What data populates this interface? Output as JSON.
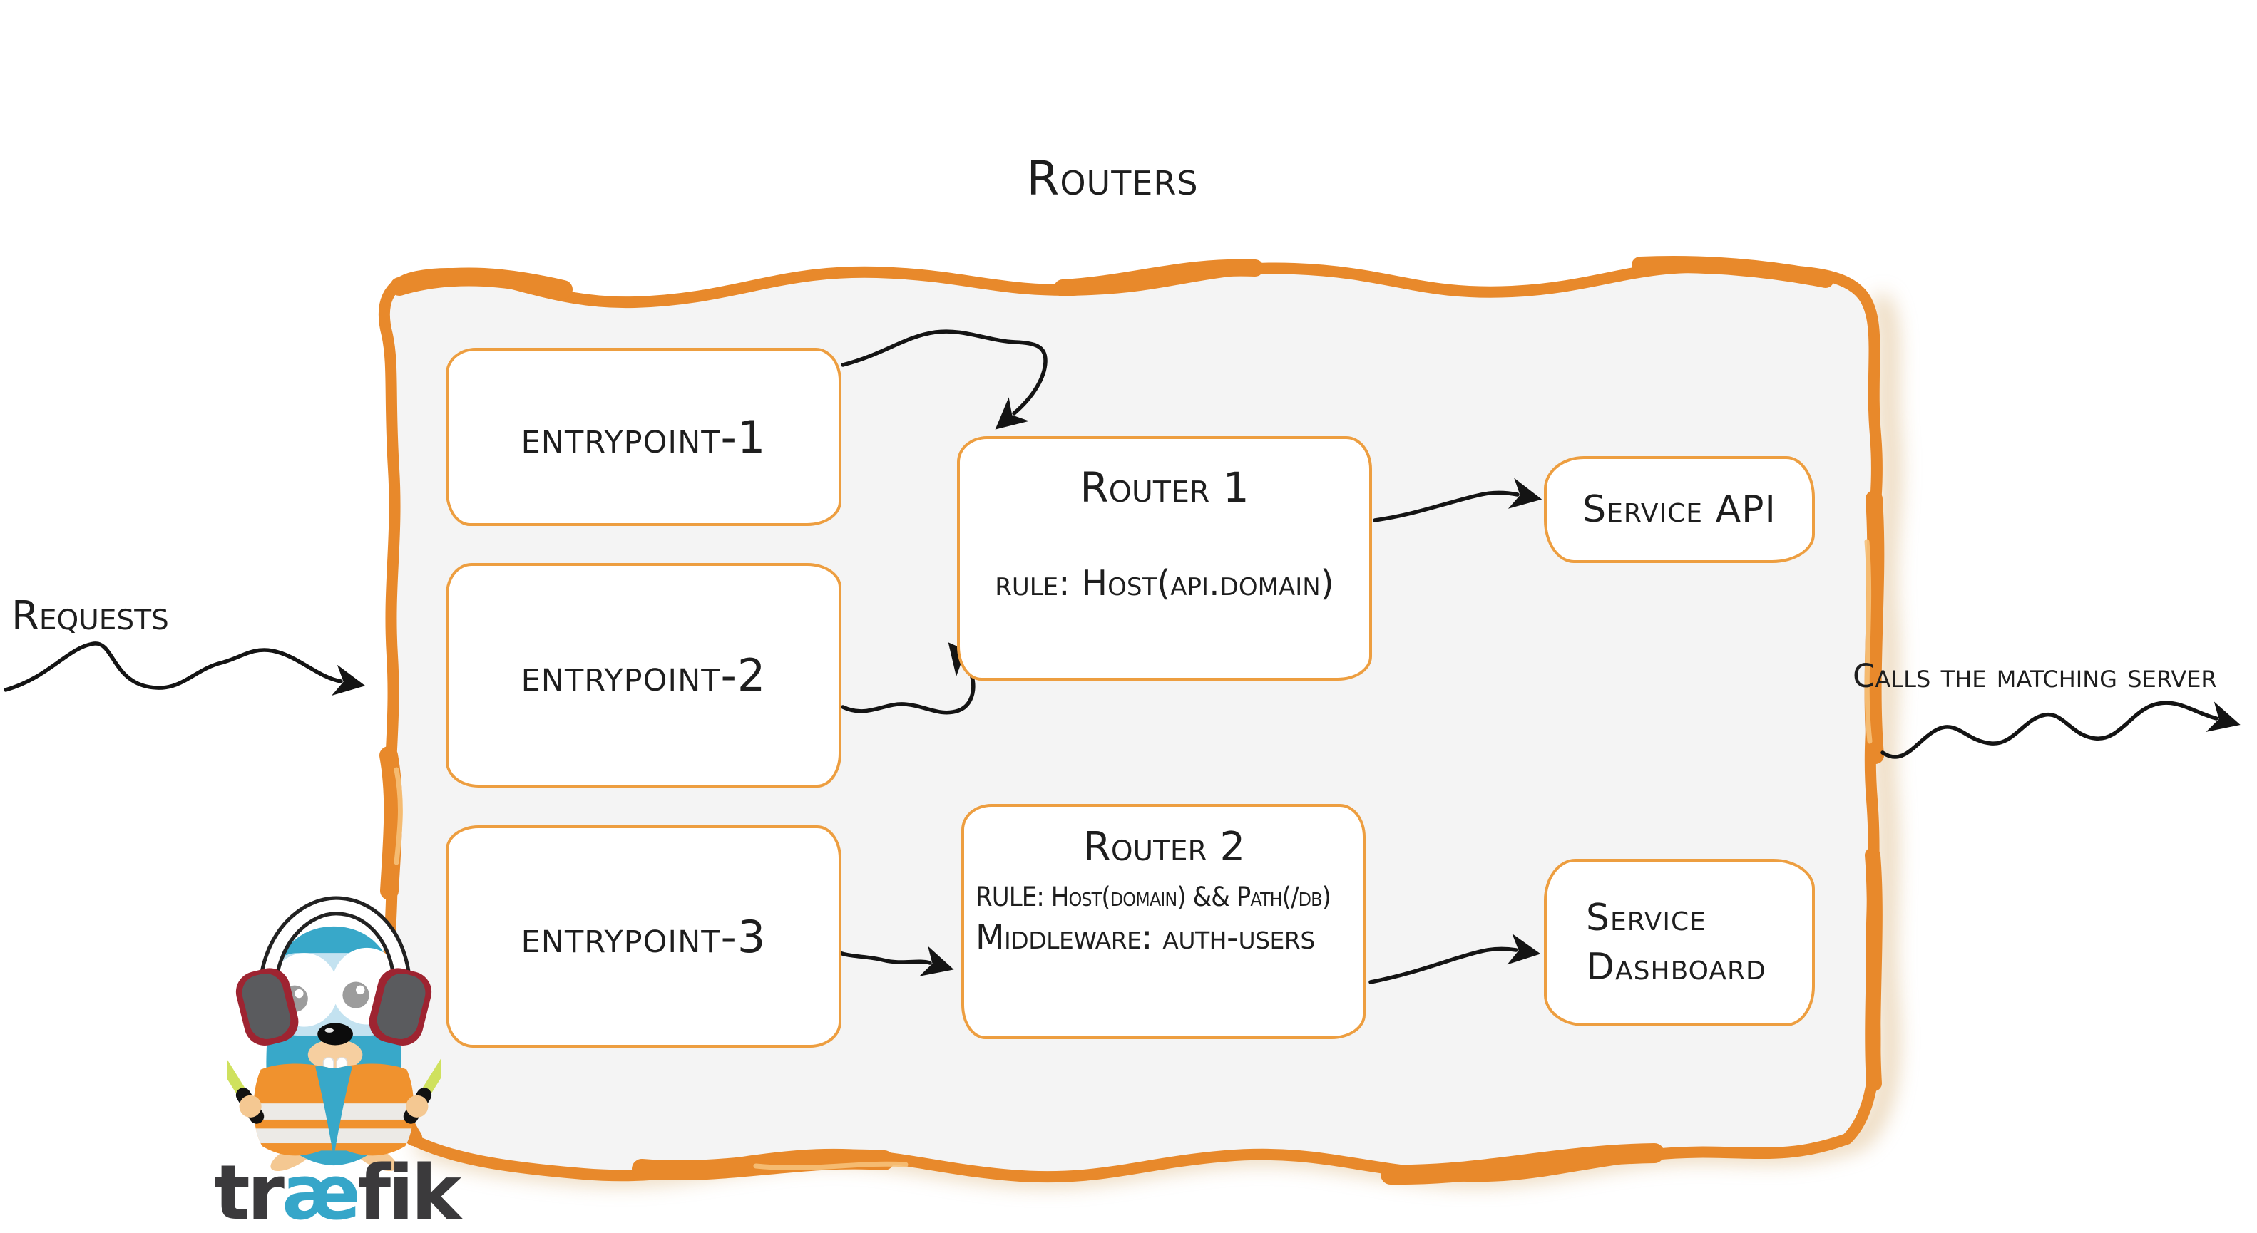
{
  "title": "Routers",
  "side_labels": {
    "requests": "Requests",
    "calls": "Calls the matching server"
  },
  "entrypoints": [
    {
      "label": "entrypoint-1"
    },
    {
      "label": "entrypoint-2"
    },
    {
      "label": "entrypoint-3"
    }
  ],
  "routers": [
    {
      "title": "Router 1",
      "rule": "rule: Host(api.domain)"
    },
    {
      "title": "Router 2",
      "rule": "RULE: Host(domain) && Path(/db)",
      "middleware": "Middleware: auth-users"
    }
  ],
  "services": [
    {
      "line1": "Service API"
    },
    {
      "line1": "Service",
      "line2": "Dashboard"
    }
  ],
  "logo": {
    "tr": "tr",
    "ae": "æ",
    "fik": "fik"
  },
  "connections": [
    {
      "from": "requests",
      "to": "routers-container"
    },
    {
      "from": "entrypoint-1",
      "to": "router-1"
    },
    {
      "from": "entrypoint-2",
      "to": "router-1"
    },
    {
      "from": "entrypoint-3",
      "to": "router-2"
    },
    {
      "from": "router-1",
      "to": "service-api"
    },
    {
      "from": "router-2",
      "to": "service-dashboard"
    },
    {
      "from": "routers-container",
      "to": "calls-the-matching-server"
    }
  ],
  "colors": {
    "container_border": "#E8892B",
    "container_fill": "#F4F4F4",
    "box_border": "#ED9E40",
    "arrow": "#141414",
    "text": "#1E1E1E",
    "brand_blue": "#38A8C9",
    "vest_orange": "#F0922E",
    "glowstick_green": "#CFE15E"
  }
}
